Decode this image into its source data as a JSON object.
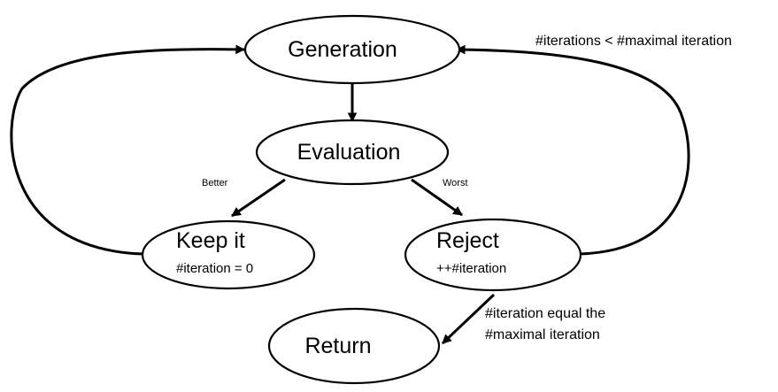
{
  "nodes": {
    "generation": {
      "title": "Generation"
    },
    "evaluation": {
      "title": "Evaluation"
    },
    "keep": {
      "title": "Keep it",
      "subtitle": "#iteration = 0"
    },
    "reject": {
      "title": "Reject",
      "subtitle": "++#iteration"
    },
    "return": {
      "title": "Return"
    }
  },
  "edges": {
    "better": "Better",
    "worst": "Worst",
    "loop_condition": "#iterations < #maximal iteration",
    "return_condition_line1": "#iteration equal the",
    "return_condition_line2": "#maximal iteration"
  },
  "colors": {
    "stroke": "#000000",
    "background": "#ffffff"
  }
}
